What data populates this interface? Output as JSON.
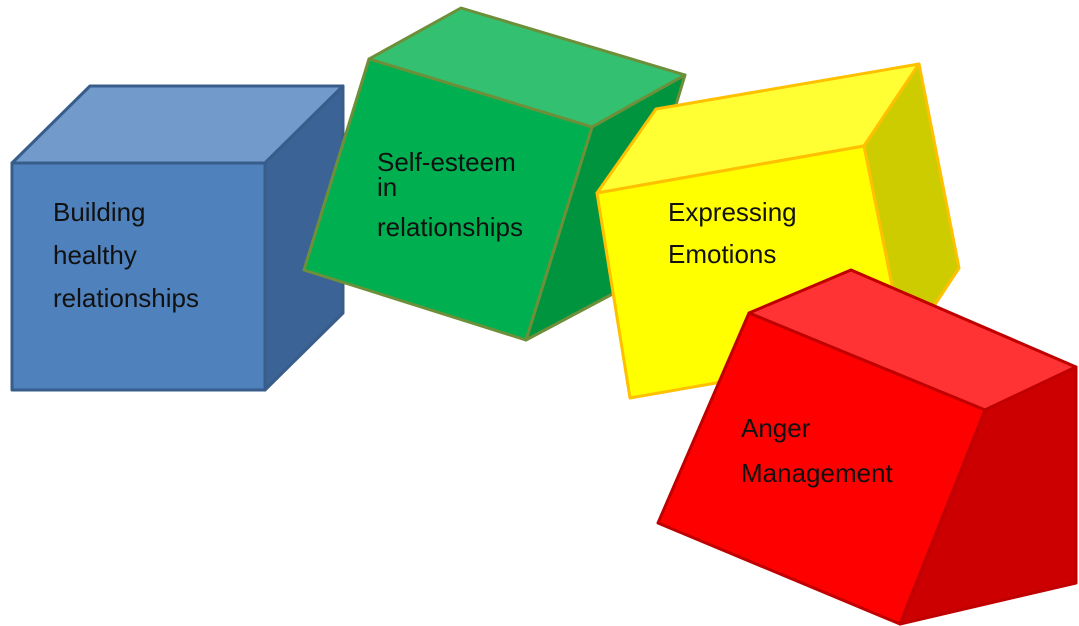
{
  "cubes": [
    {
      "id": "building",
      "lines": [
        "Building",
        "healthy",
        "relationships"
      ],
      "colors": {
        "front": "#4f81bd",
        "top": "#729aca",
        "side": "#3c6396",
        "stroke": "#385d8a"
      }
    },
    {
      "id": "selfesteem",
      "lines": [
        "Self-esteem",
        "in",
        "relationships"
      ],
      "colors": {
        "front": "#00b050",
        "top": "#33c070",
        "side": "#00943f",
        "stroke": "#6e8f3a"
      }
    },
    {
      "id": "expressing",
      "lines": [
        "Expressing",
        "Emotions"
      ],
      "colors": {
        "front": "#ffff00",
        "top": "#ffff33",
        "side": "#cccc00",
        "stroke": "#ffc000"
      }
    },
    {
      "id": "anger",
      "lines": [
        "Anger",
        "Management"
      ],
      "colors": {
        "front": "#ff0000",
        "top": "#ff3333",
        "side": "#cc0000",
        "stroke": "#c00000"
      }
    }
  ]
}
